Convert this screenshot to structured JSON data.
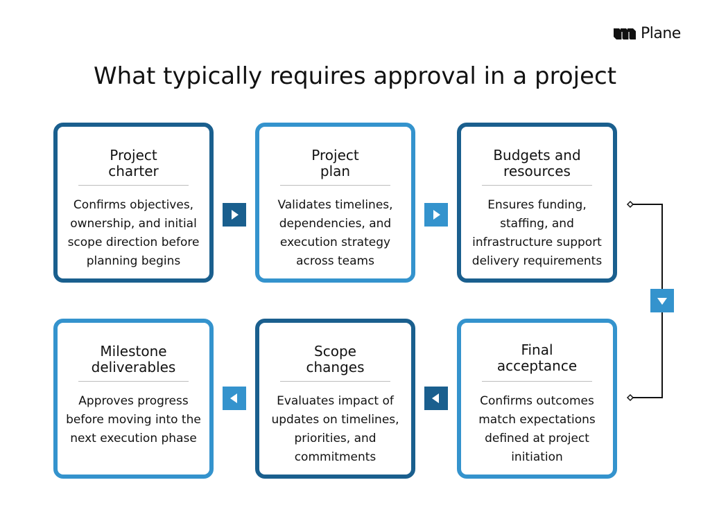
{
  "brand": {
    "name": "Plane"
  },
  "title": "What typically requires approval in a project",
  "colors": {
    "light_blue": "#3493cd",
    "dark_blue": "#1a5f8e",
    "text": "#111111",
    "divider": "#bdbdbd"
  },
  "steps": [
    {
      "title": "Project charter",
      "title_lines": [
        "Project",
        "charter"
      ],
      "description": "Confirms objectives, ownership, and initial scope direction before planning begins"
    },
    {
      "title": "Project plan",
      "title_lines": [
        "Project",
        "plan"
      ],
      "description": "Validates timelines, dependencies, and execution strategy across teams"
    },
    {
      "title": "Budgets and resources",
      "title_lines": [
        "Budgets and",
        "resources"
      ],
      "description": "Ensures funding, staffing, and infrastructure support delivery requirements"
    },
    {
      "title": "Final acceptance",
      "title_lines": [
        "Final",
        "acceptance"
      ],
      "description": "Confirms outcomes match expectations defined at project initiation"
    },
    {
      "title": "Scope changes",
      "title_lines": [
        "Scope",
        "changes"
      ],
      "description": "Evaluates impact of updates on timelines, priorities, and commitments"
    },
    {
      "title": "Milestone deliverables",
      "title_lines": [
        "Milestone",
        "deliverables"
      ],
      "description": "Approves progress before moving into the next execution phase"
    }
  ],
  "icons": {
    "logo": "plane-logo-icon",
    "arrow_right": "arrow-right-icon",
    "arrow_left": "arrow-left-icon",
    "arrow_down": "arrow-down-icon"
  }
}
